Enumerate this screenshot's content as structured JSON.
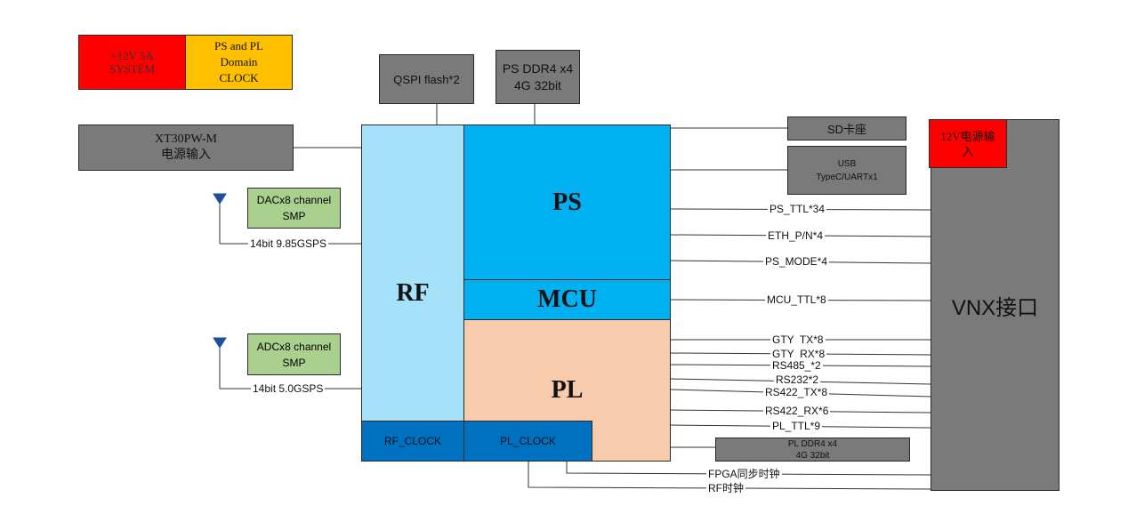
{
  "legend": {
    "power": "+12V 5A\nSYSTEM",
    "clock": "PS and PL\nDomain\nCLOCK"
  },
  "top": {
    "qspi": "QSPI flash*2",
    "ps_ddr": "PS DDR4 x4\n4G 32bit"
  },
  "left": {
    "power_in": "XT30PW-M\n电源输入",
    "dac": "DACx8 channel\nSMP",
    "dac_link": "14bit 9.85GSPS",
    "adc": "ADCx8 channel\nSMP",
    "adc_link": "14bit 5.0GSPS"
  },
  "core": {
    "rf": "RF",
    "ps": "PS",
    "mcu": "MCU",
    "pl": "PL",
    "rf_clock": "RF_CLOCK",
    "pl_clock": "PL_CLOCK"
  },
  "right": {
    "sd": "SD卡座",
    "usb": "USB\nTypeC/UARTx1",
    "pl_ddr": "PL DDR4 x4\n4G 32bit",
    "vnx": "VNX接口",
    "vnx_power": "12V电源输\n入"
  },
  "signals": [
    "PS_TTL*34",
    "ETH_P/N*4",
    "PS_MODE*4",
    "MCU_TTL*8",
    "GTY  TX*8",
    "GTY  RX*8",
    "RS485_*2",
    "RS232*2",
    "RS422_TX*8",
    "RS422_RX*6",
    "PL_TTL*9"
  ],
  "bottom": {
    "fpga_sync": "FPGA同步时钟",
    "rf_clk": "RF时钟"
  },
  "colors": {
    "red": "#ff0000",
    "amber": "#ffc000",
    "gray": "#7a7a7a",
    "light_blue": "#a6e1fa",
    "ps_blue": "#00b0f0",
    "pl_peach": "#f8cbad",
    "clock_blue": "#0070c0",
    "green": "#a9d08e",
    "antenna": "#1f4e9e"
  }
}
